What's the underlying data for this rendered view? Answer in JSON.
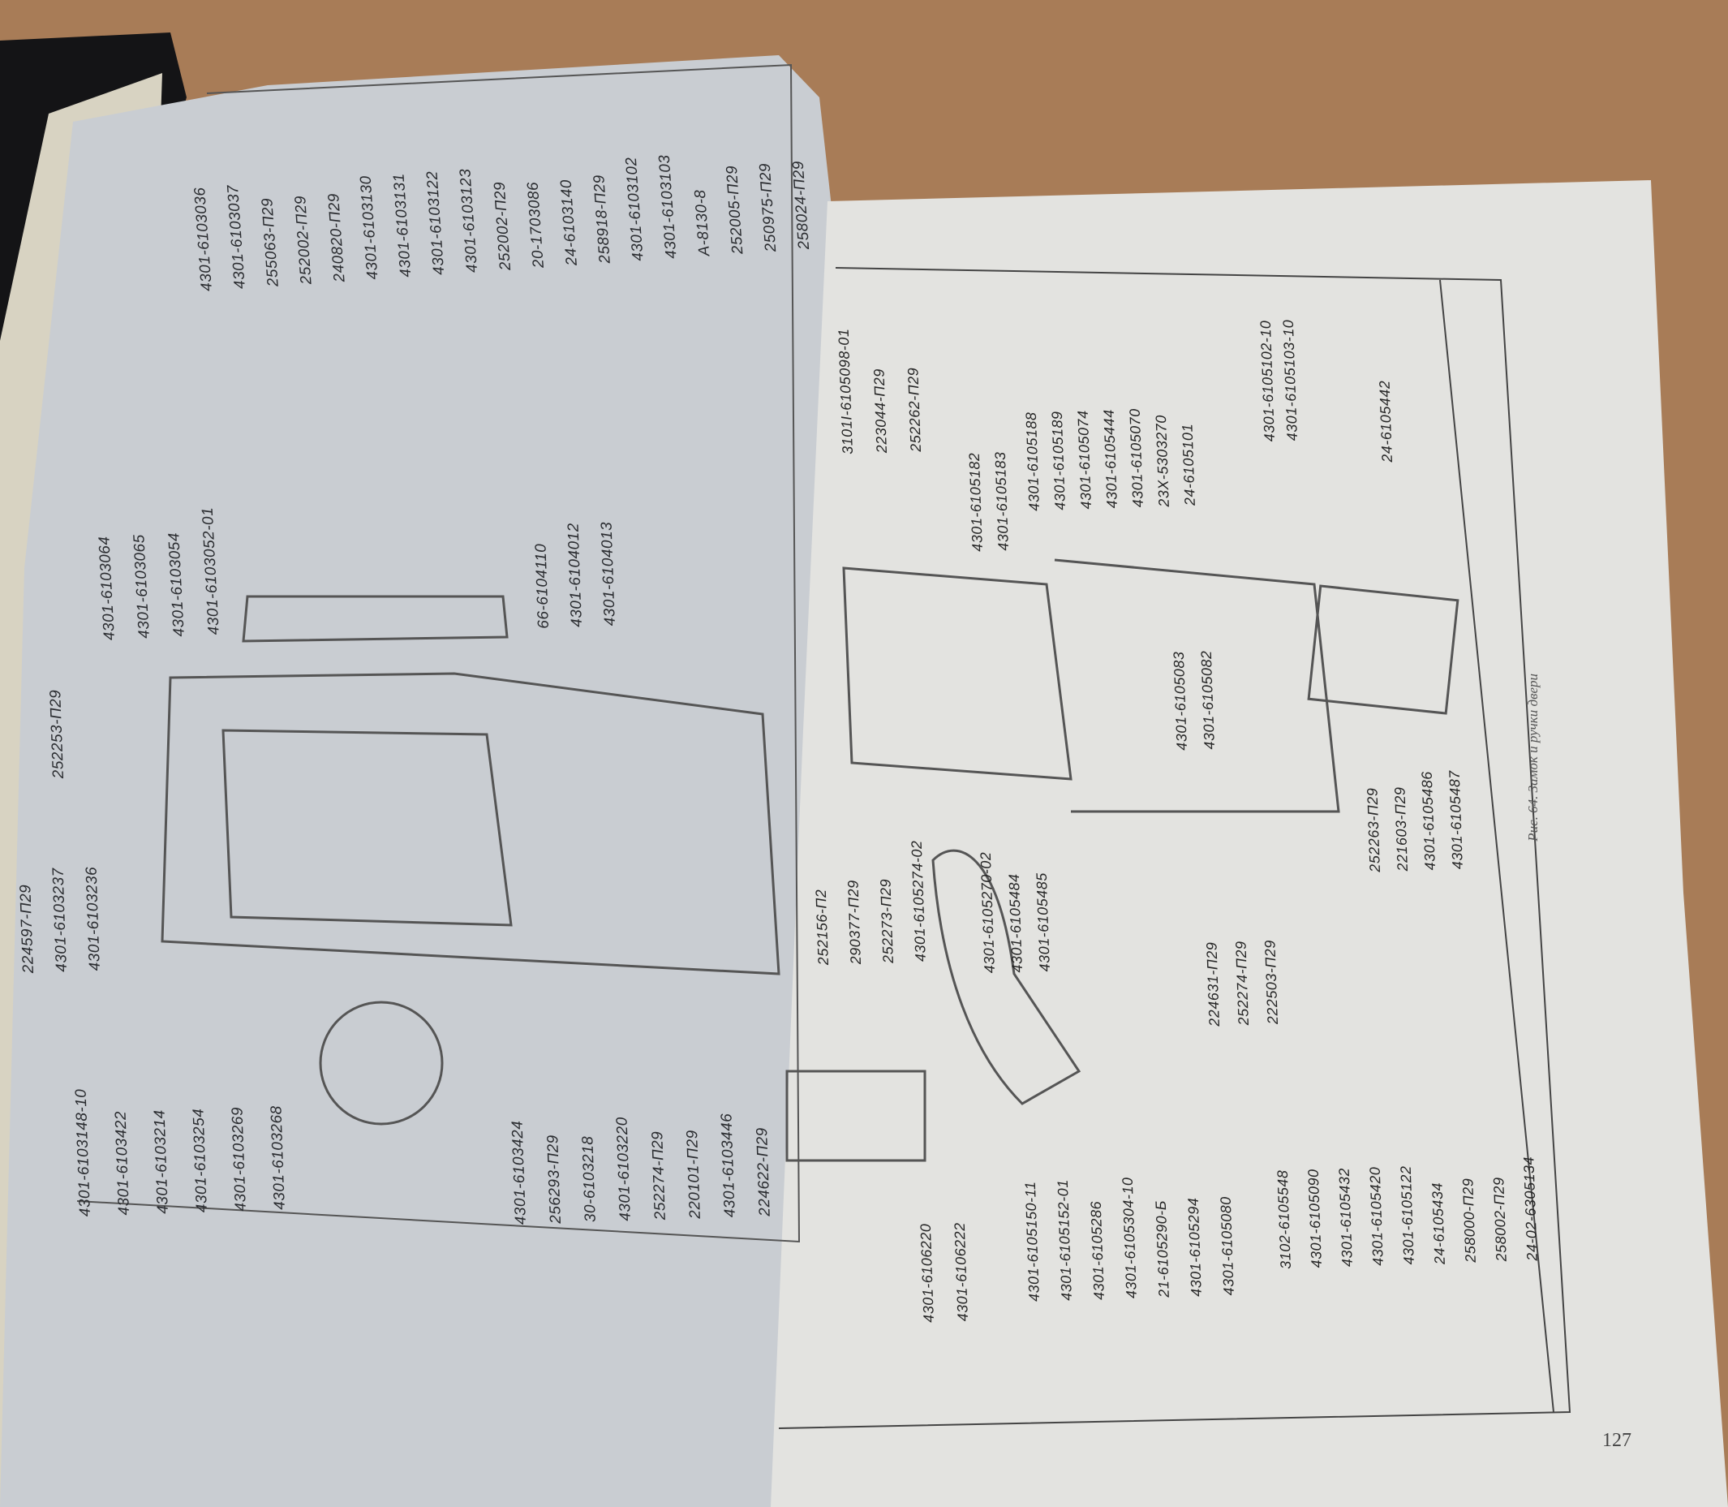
{
  "left_page": {
    "label_groups": [
      {
        "name": "top-handle-parts",
        "labels": [
          "4301-6103036",
          "4301-6103037",
          "255063-П29",
          "252002-П29",
          "240820-П29",
          "4301-6103130",
          "4301-6103131",
          "4301-6103122",
          "4301-6103123",
          "252002-П29",
          "20-1703086",
          "24-6103140",
          "258918-П29",
          "4301-6103102",
          "4301-6103103",
          "А-8130-8",
          "252005-П29",
          "250975-П29",
          "258024-П29"
        ]
      },
      {
        "name": "seal-parts",
        "labels": [
          "4301-6103064",
          "4301-6103065",
          "4301-6103054",
          "4301-6103052-01"
        ]
      },
      {
        "name": "regulator-parts",
        "labels": [
          "66-6104110",
          "4301-6104012",
          "4301-6104013"
        ]
      },
      {
        "name": "left-edge-parts",
        "labels": [
          "224597-П29",
          "4301-6103237",
          "4301-6103236"
        ]
      },
      {
        "name": "bolt-part",
        "labels": [
          "252253-П29"
        ]
      },
      {
        "name": "frame-parts",
        "labels": [
          "4301-6103148-10",
          "4301-6103422",
          "4301-6103214",
          "4301-6103254",
          "4301-6103269",
          "4301-6103268"
        ]
      },
      {
        "name": "glass-parts",
        "labels": [
          "4301-6103424",
          "256293-П29",
          "30-6103218",
          "4301-6103220",
          "252274-П29",
          "220101-П29",
          "4301-6103446",
          "224622-П29"
        ]
      }
    ]
  },
  "right_page": {
    "label_groups": [
      {
        "name": "inner-handle-spring",
        "labels": [
          "3101І-6105098-01",
          "223044-П29",
          "252262-П29"
        ]
      },
      {
        "name": "inner-handle-parts",
        "labels": [
          "4301-6105188",
          "4301-6105189",
          "4301-6105074",
          "4301-6105444",
          "4301-6105070",
          "23Х-5303270",
          "24-6105101"
        ]
      },
      {
        "name": "lever-parts",
        "labels": [
          "4301-6105182",
          "4301-6105183"
        ]
      },
      {
        "name": "rod-parts",
        "labels": [
          "4301-6105102-10",
          "4301-6105103-10"
        ]
      },
      {
        "name": "lock-rod",
        "labels": [
          "24-6105442"
        ]
      },
      {
        "name": "latch-parts",
        "labels": [
          "4301-6105083",
          "4301-6105082"
        ]
      },
      {
        "name": "outer-handle-fasteners",
        "labels": [
          "252156-П2",
          "290377-П29",
          "252273-П29",
          "4301-6105274-02"
        ]
      },
      {
        "name": "outer-handle-parts",
        "labels": [
          "4301-6105270-02",
          "4301-6105484",
          "4301-6105485"
        ]
      },
      {
        "name": "screw-parts",
        "labels": [
          "224631-П29",
          "252274-П29",
          "222503-П29"
        ]
      },
      {
        "name": "lock-fasteners",
        "labels": [
          "252263-П29",
          "221603-П29",
          "4301-6105486",
          "4301-6105487"
        ]
      },
      {
        "name": "striker-parts",
        "labels": [
          "4301-6106220",
          "4301-6106222"
        ]
      },
      {
        "name": "handle-cylinder-parts",
        "labels": [
          "4301-6105150-11",
          "4301-6105152-01",
          "4301-6105286",
          "4301-6105304-10",
          "21-6105290-Б",
          "4301-6105294",
          "4301-6105080"
        ]
      },
      {
        "name": "cylinder-lock-parts",
        "labels": [
          "3102-6105548",
          "4301-6105090",
          "4301-6105432",
          "4301-6105420",
          "4301-6105122",
          "24-6105434",
          "258000-П29",
          "258002-П29",
          "24-02-6305134"
        ]
      }
    ],
    "caption": "Рис. 64. Замок и ручки двери",
    "page_number": "127"
  }
}
